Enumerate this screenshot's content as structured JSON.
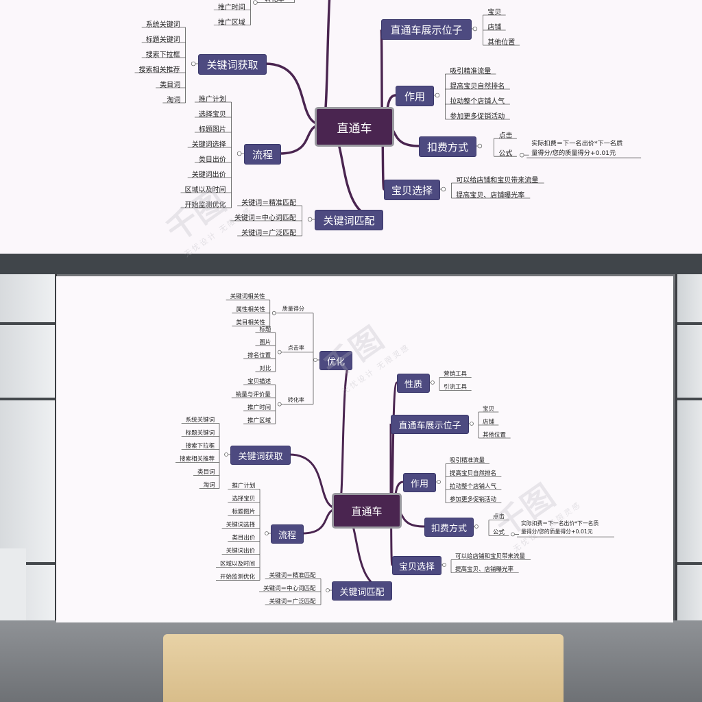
{
  "root_label": "直通车",
  "branches": {
    "youhua": {
      "label": "优化",
      "groups": {
        "zhiliang": {
          "label": "质量得分",
          "items": [
            "关键词相关性",
            "属性相关性",
            "类目相关性"
          ]
        },
        "dianji": {
          "label": "点击率",
          "items": [
            "标题",
            "图片",
            "排名位置",
            "对比"
          ]
        },
        "zhuanhua": {
          "label": "转化率",
          "items": [
            "宝贝描述",
            "销量与评价量",
            "推广时间",
            "推广区域"
          ]
        }
      }
    },
    "xingzhi": {
      "label": "性质",
      "items": [
        "营销工具",
        "引流工具"
      ]
    },
    "weizhi": {
      "label": "直通车展示位子",
      "items": [
        "宝贝",
        "店铺",
        "其他位置"
      ]
    },
    "zuoyong": {
      "label": "作用",
      "items": [
        "吸引精准流量",
        "提高宝贝自然排名",
        "拉动整个店铺人气",
        "参加更多促销活动"
      ]
    },
    "koufei": {
      "label": "扣费方式",
      "click": "点击",
      "formula_label": "公式",
      "formula_text": [
        "实际扣费＝下一名出价*下一名质",
        "量得分/您的质量得分+0.01元"
      ]
    },
    "baobei": {
      "label": "宝贝选择",
      "items": [
        "可以给店铺和宝贝带来流量",
        "提高宝贝、店铺曝光率"
      ]
    },
    "guanjianci_huoqu": {
      "label": "关键词获取",
      "items": [
        "系统关键词",
        "标题关键词",
        "搜索下拉框",
        "搜索相关推荐",
        "类目词",
        "淘词"
      ]
    },
    "liucheng": {
      "label": "流程",
      "items": [
        "推广计划",
        "选择宝贝",
        "标题图片",
        "关键词选择",
        "类目出价",
        "关键词出价",
        "区域以及时间",
        "开始监测优化"
      ]
    },
    "pipei": {
      "label": "关键词匹配",
      "items": [
        "关键词＝精准匹配",
        "关键词＝中心词匹配",
        "关键词＝广泛匹配"
      ]
    }
  },
  "watermark": {
    "logo_text": "千图",
    "sub_text": "无忧设计 无限灵感"
  },
  "colors": {
    "branch": "#4d4a80",
    "root": "#4a2550",
    "line": "#4a2550",
    "leaf_line": "#555555"
  }
}
